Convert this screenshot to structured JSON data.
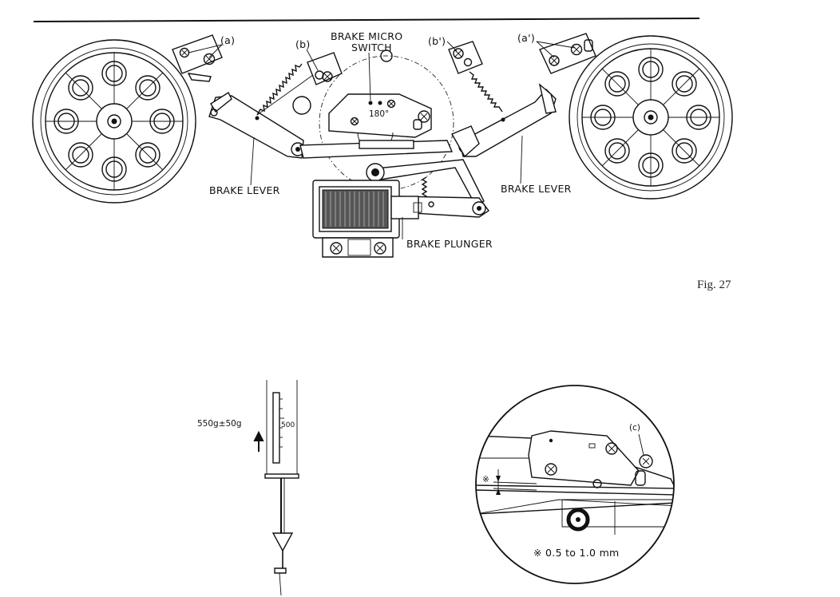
{
  "figure": {
    "caption": "Fig. 27",
    "labels": {
      "a": "(a)",
      "b": "(b)",
      "b_prime": "(b')",
      "a_prime": "(a')",
      "brake_micro_switch_line1": "BRAKE MICRO",
      "brake_micro_switch_line2": "SWITCH",
      "angle": "180°",
      "brake_lever_left": "BRAKE LEVER",
      "brake_lever_right": "BRAKE LEVER",
      "brake_plunger": "BRAKE PLUNGER"
    }
  },
  "gauge": {
    "force": "550g±50g",
    "scale_mark": "500"
  },
  "detail": {
    "label_c": "(c)",
    "gap_mark": "※",
    "gap_spec": "※ 0.5 to 1.0 mm"
  }
}
